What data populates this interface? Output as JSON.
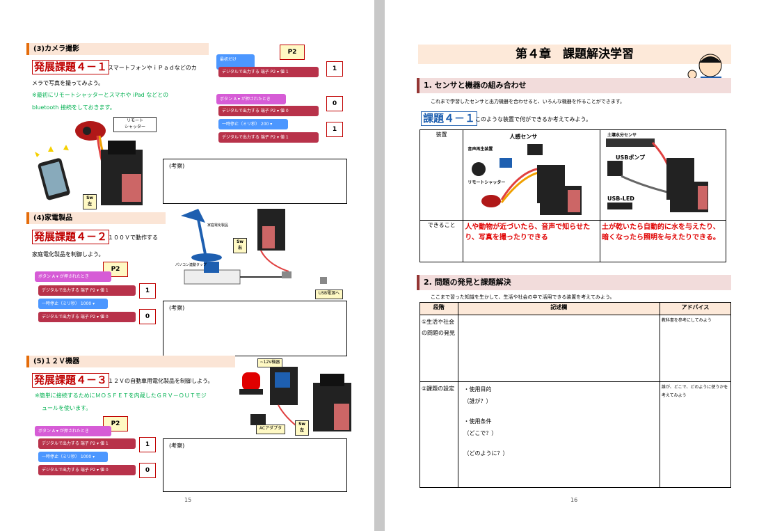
{
  "left": {
    "page_number": "15",
    "sec3": {
      "title": "(3)カメラ撮影",
      "kadai": "発展課題４－１",
      "text1": "スマートフォンやｉＰａｄなどのカ",
      "text2": "メラで写真を撮ってみよう。",
      "note1": "※最初にリモートシャッターとスマホや iPad などとの",
      "note2": "bluetooth 接続をしておきます。",
      "callout_remote": "リモート\nシャッター",
      "sw": "Sw\n左",
      "kosatsu": "(考察)"
    },
    "blocks3": {
      "p2": "P2",
      "start": "最初だけ",
      "b1": "デジタルで出力する 端子 P2 ▾ 値 1",
      "v1": "1",
      "event": "ボタン A ▾ が押されたとき",
      "b2": "デジタルで出力する 端子 P2 ▾ 値 0",
      "v2": "0",
      "wait": "一時停止（ミリ秒） 200 ▾",
      "b3": "デジタルで出力する 端子 P2 ▾ 値 1",
      "v3": "1"
    },
    "sec4": {
      "title": "(4)家電製品",
      "kadai": "発展課題４－２",
      "text1": "１００Ｖで動作する",
      "text2": "家庭電化製品を制御しよう。",
      "lbl_kaden": "家庭電化製品",
      "lbl_tap": "パソコン連動タップ",
      "lbl_usb": "USB電源へ",
      "sw": "Sw\n右",
      "kosatsu": "(考察)"
    },
    "blocks4": {
      "p2": "P2",
      "event": "ボタン A ▾ が押されたとき",
      "b1": "デジタルで出力する 端子 P2 ▾ 値 1",
      "v1": "1",
      "wait": "一時停止（ミリ秒） 1000 ▾",
      "b2": "デジタルで出力する 端子 P2 ▾ 値 0",
      "v2": "0"
    },
    "sec5": {
      "title": "(5)１２Ｖ機器",
      "kadai": "発展課題４－３",
      "text1": "１２Ｖの自動車用電化製品を制御しよう。",
      "note1": "※簡単に接続するためにＭＯＳＦＥＴを内蔵したＧＲＶ－ＯＵＴモジ",
      "note2": "ュールを使います。",
      "lbl_12v": "~12V機器",
      "lbl_ac": "ACアダプタ",
      "sw": "Sw\n左",
      "kosatsu": "(考察)"
    },
    "blocks5": {
      "p2": "P2",
      "event": "ボタン A ▾ が押されたとき",
      "b1": "デジタルで出力する 端子 P2 ▾ 値 1",
      "v1": "1",
      "wait": "一時停止（ミリ秒） 1000 ▾",
      "b2": "デジタルで出力する 端子 P2 ▾ 値 0",
      "v2": "0"
    }
  },
  "right": {
    "page_number": "16",
    "chapter_title": "第４章　課題解決学習",
    "sec1_title": "1. センサと機器の組み合わせ",
    "sec1_text": "これまで学習したセンサと出力機器を合わせると、いろんな機器を作ることができます。",
    "kadai": "課題４－１",
    "kadai_text": "このような装置で何ができるか考えてみよう。",
    "t1": {
      "row1_label": "装置",
      "lbl_human": "人感センサ",
      "lbl_sound": "音声再生装置",
      "lbl_remote": "リモートシャッター",
      "lbl_soil": "土壌水分センサ",
      "lbl_pump": "USBポンプ",
      "lbl_led": "USB-LED",
      "row2_label": "できること",
      "can1": "人や動物が近づいたら、音声で知らせたり、写真を撮ったりできる",
      "can2": "土が乾いたら自動的に水を与えたり、暗くなったら照明を与えたりできる。"
    },
    "sec2_title": "2. 問題の発見と課題解決",
    "sec2_text": "ここまで習った知識を生かして、生活や社会の中で活用できる装置を考えてみよう。",
    "t2": {
      "h1": "段階",
      "h2": "記述欄",
      "h3": "アドバイス",
      "r1c1": "①生活や社会の問題の発見",
      "r1c3": "教科書を参考にしてみよう",
      "r2c1": "②課題の設定",
      "r2_l1": "・使用目的",
      "r2_l2": "（誰が？）",
      "r2_l3": "・使用条件",
      "r2_l4": "（どこで？）",
      "r2_l5": "（どのように？）",
      "r2c3": "誰が、どこで、どのように使うかを考えてみよう"
    }
  },
  "colors": {
    "accent": "#e46c0a",
    "kadai_red": "#c00000",
    "block_red": "#b8324a",
    "block_blue": "#4c97ff",
    "block_magenta": "#d65cd6"
  }
}
